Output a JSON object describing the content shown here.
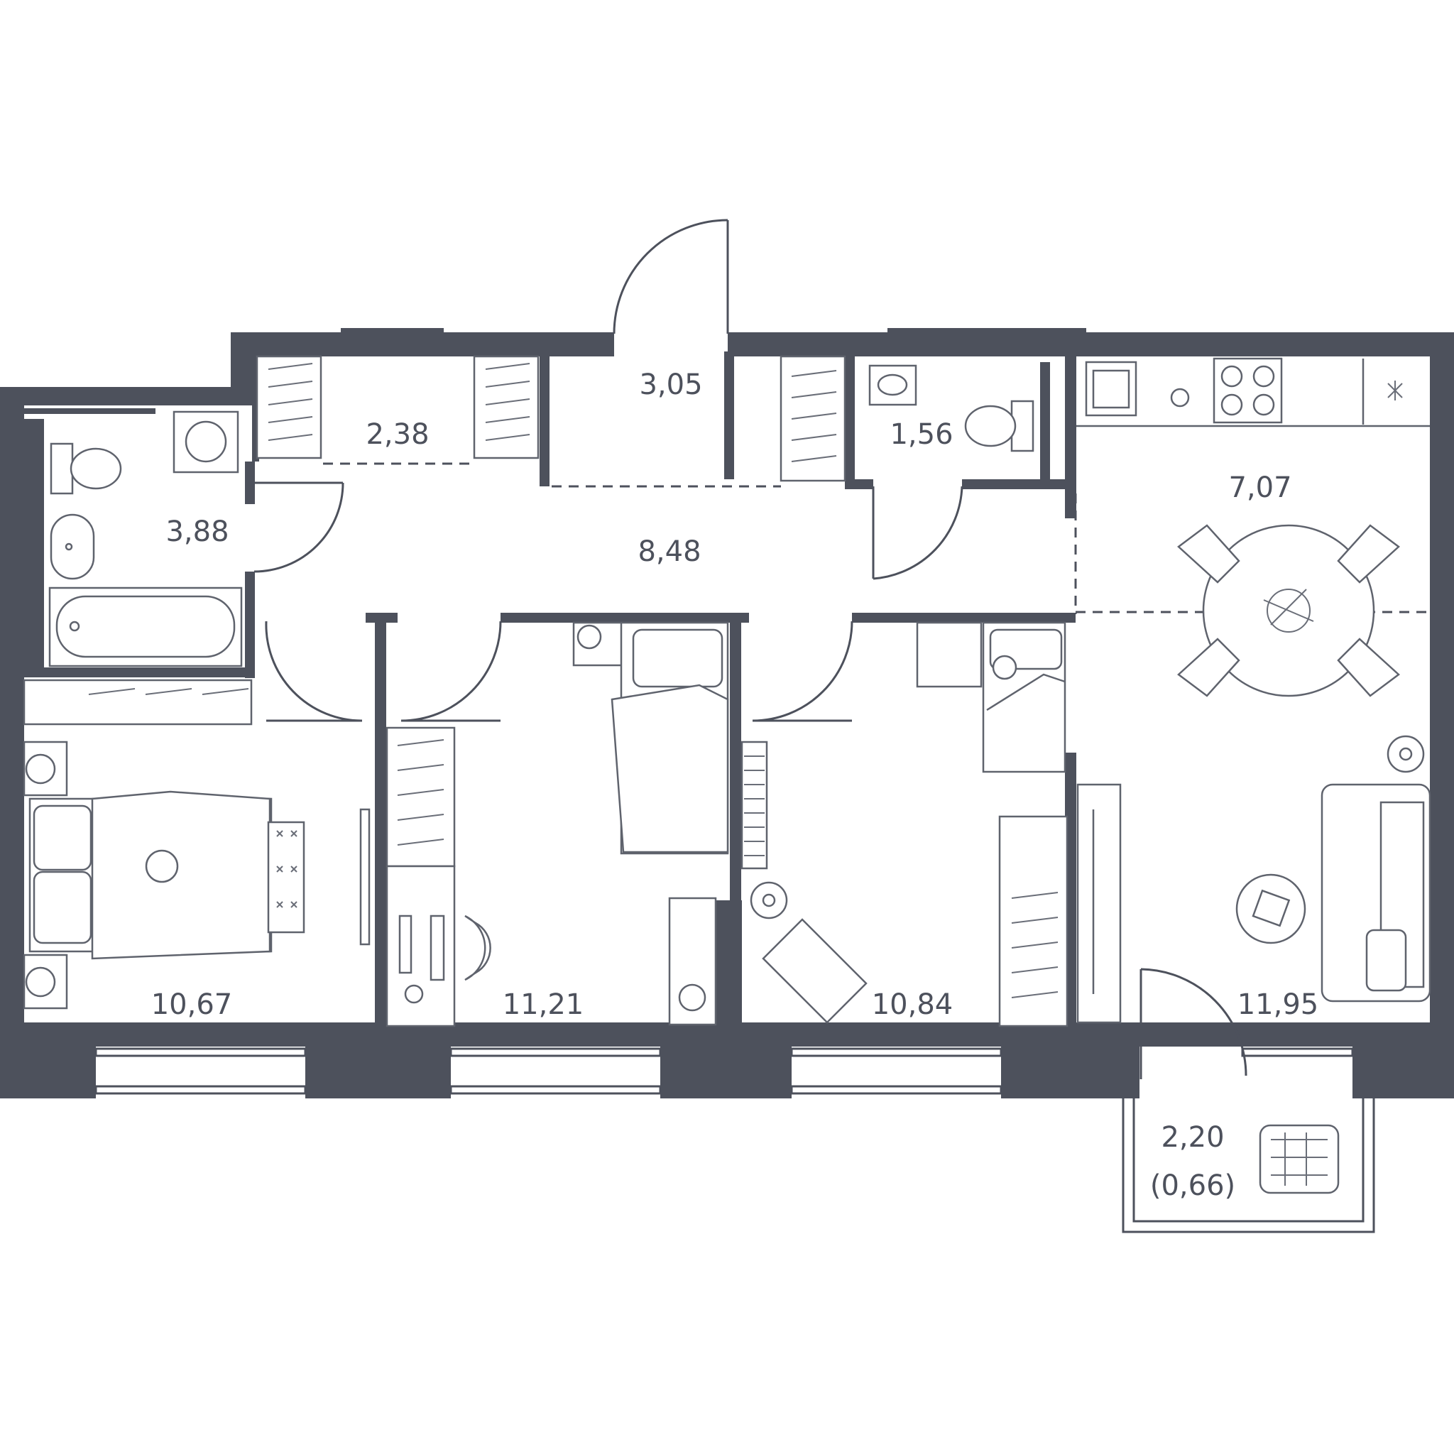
{
  "rooms": [
    {
      "id": "bathroom",
      "area": "3,88"
    },
    {
      "id": "closet",
      "area": "2,38"
    },
    {
      "id": "entrance",
      "area": "3,05"
    },
    {
      "id": "wc",
      "area": "1,56"
    },
    {
      "id": "kitchen",
      "area": "7,07"
    },
    {
      "id": "hallway",
      "area": "8,48"
    },
    {
      "id": "bedroom-1",
      "area": "10,67"
    },
    {
      "id": "bedroom-2",
      "area": "11,21"
    },
    {
      "id": "bedroom-3",
      "area": "10,84"
    },
    {
      "id": "living-room",
      "area": "11,95"
    },
    {
      "id": "balcony",
      "area": "2,20",
      "reduced_area": "(0,66)"
    }
  ],
  "colors": {
    "wall": "#4d515c",
    "furniture": "#5f636d",
    "background": "#ffffff"
  }
}
